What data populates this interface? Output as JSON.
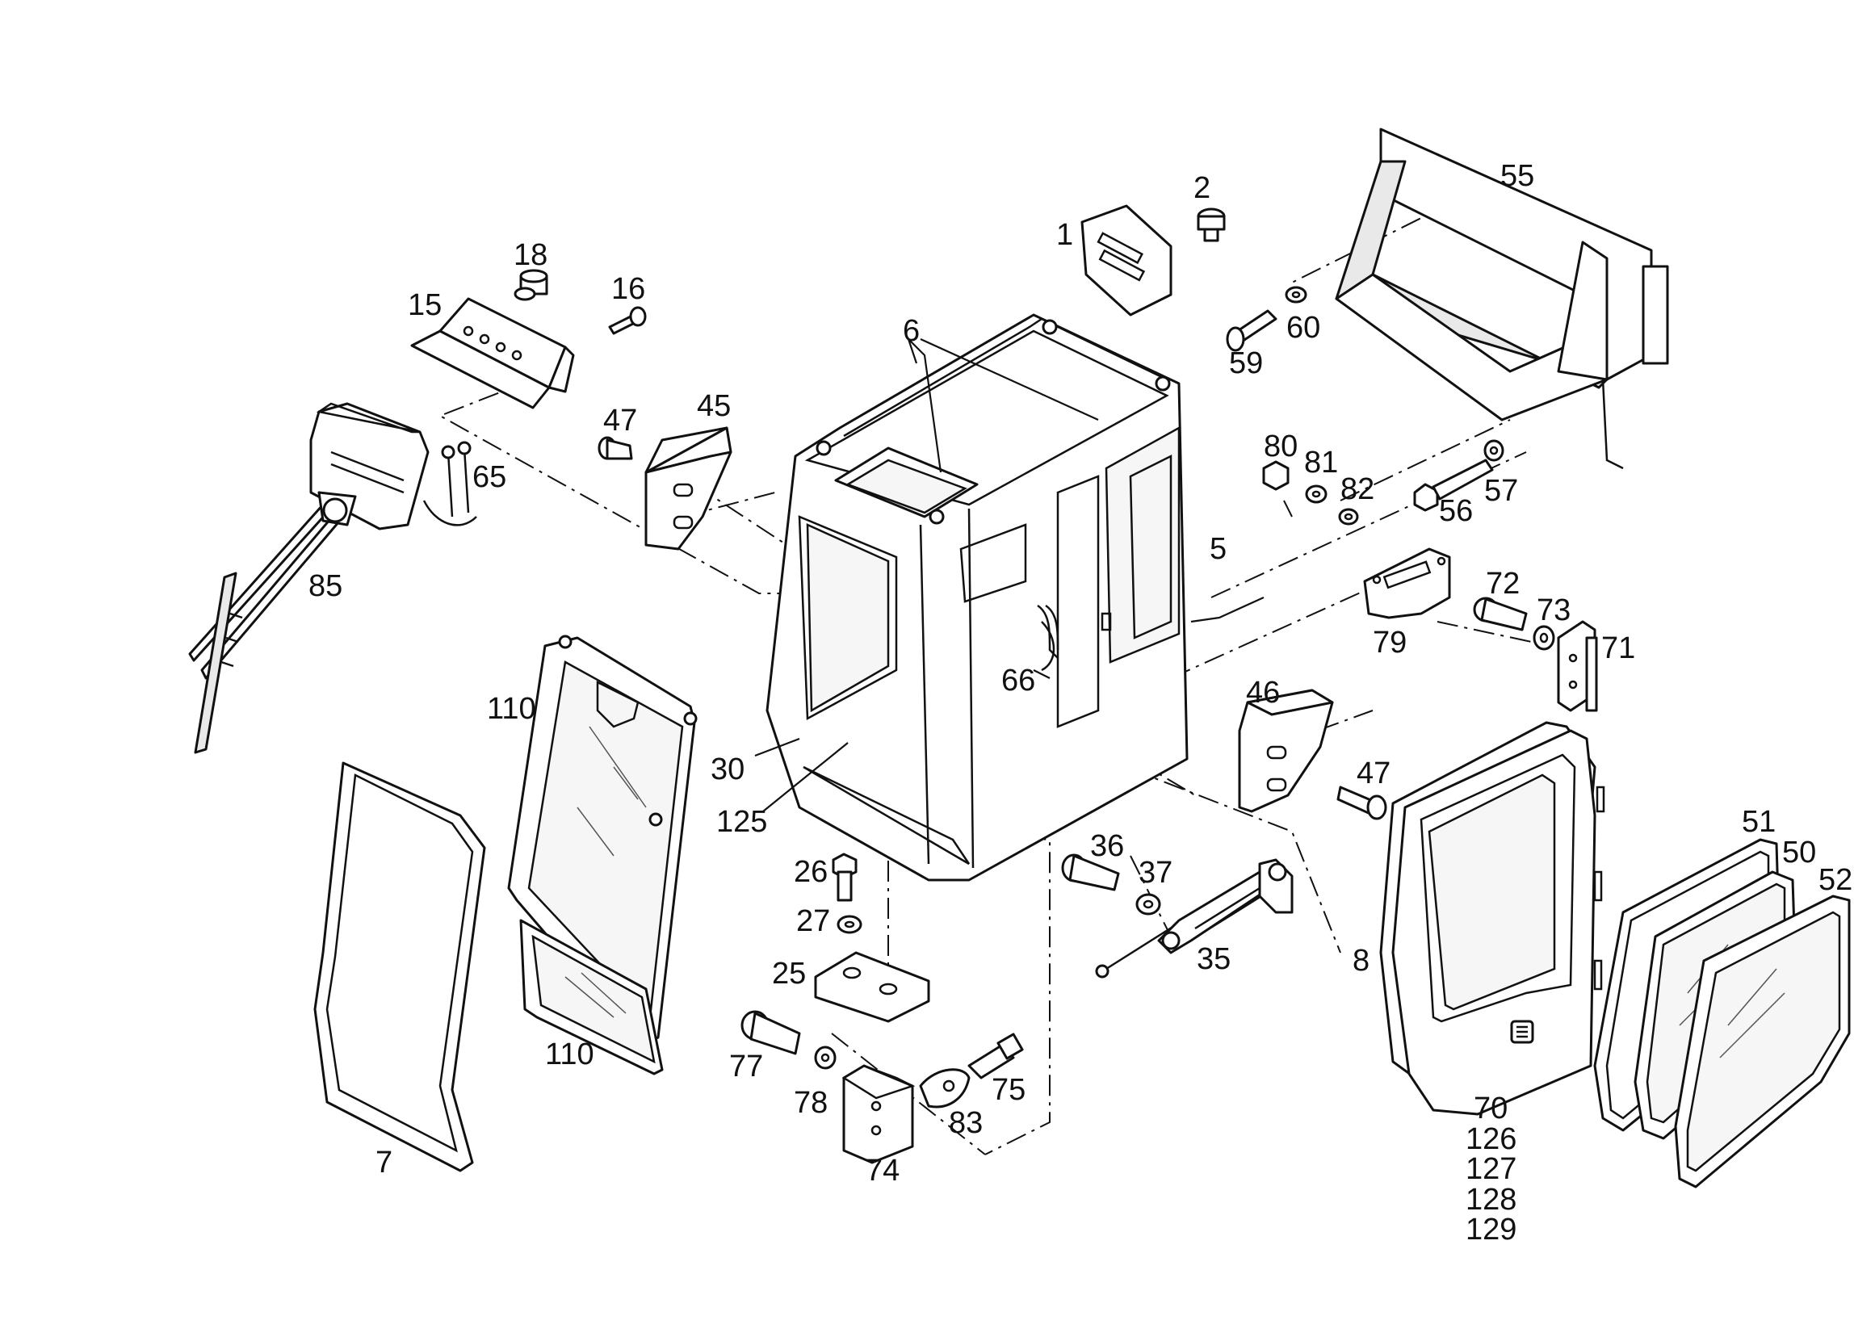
{
  "labels": {
    "p1": "1",
    "p2": "2",
    "p55": "55",
    "p18": "18",
    "p16": "16",
    "p15": "15",
    "p6": "6",
    "p60": "60",
    "p59": "59",
    "p47a": "47",
    "p45": "45",
    "p65": "65",
    "p80": "80",
    "p81": "81",
    "p82": "82",
    "p57": "57",
    "p56": "56",
    "p85": "85",
    "p5": "5",
    "p72": "72",
    "p73": "73",
    "p79": "79",
    "p71": "71",
    "p66": "66",
    "p110a": "110",
    "p46": "46",
    "p30": "30",
    "p47b": "47",
    "p125": "125",
    "p51": "51",
    "p50": "50",
    "p52": "52",
    "p36": "36",
    "p37": "37",
    "p26": "26",
    "p27": "27",
    "p35": "35",
    "p8": "8",
    "p25": "25",
    "p110b": "110",
    "p77": "77",
    "p75": "75",
    "p78": "78",
    "p83": "83",
    "p7": "7",
    "p74": "74",
    "p70": "70",
    "p126": "126",
    "p127": "127",
    "p128": "128",
    "p129": "129"
  }
}
